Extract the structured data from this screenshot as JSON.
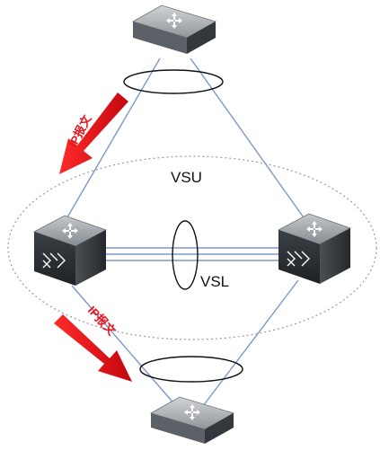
{
  "labels": {
    "vsu": "VSU",
    "vsl": "VSL",
    "arrow_top": "IP报文",
    "arrow_bottom": "IP报文"
  },
  "colors": {
    "link_line": "#7c98c9",
    "arrow_red": "#e8141c",
    "switch_top": "#8c9296",
    "switch_side": "#3d4246",
    "switch_front": "#2b2f33",
    "domain_border": "#9a9a9a"
  },
  "icons": {
    "top_switch": "layer3-switch-icon",
    "left_switch": "core-switch-icon",
    "right_switch": "core-switch-icon",
    "bottom_switch": "layer3-switch-icon"
  }
}
